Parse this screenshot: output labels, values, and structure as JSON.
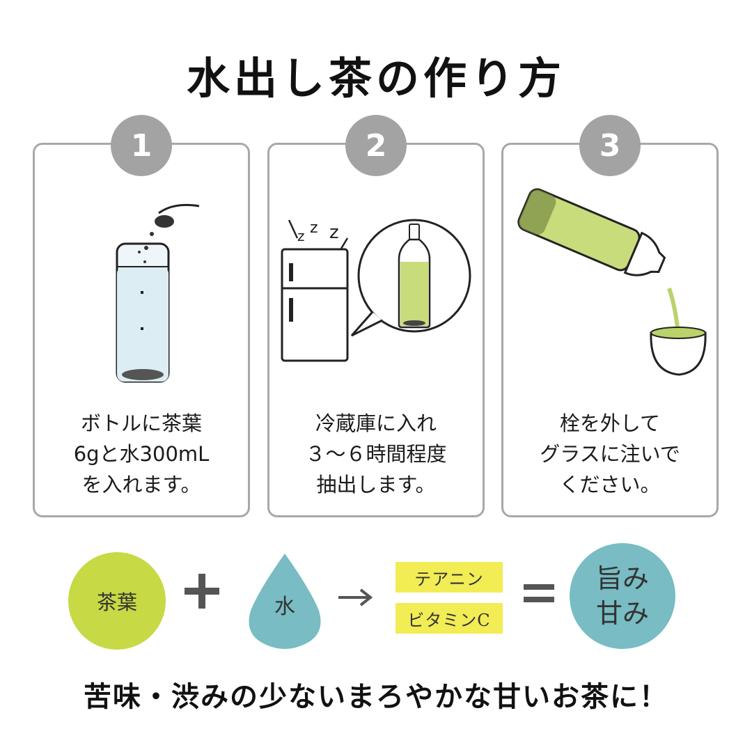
{
  "title": "水出し茶の作り方",
  "steps": [
    {
      "number": "1",
      "text": "ボトルに茶葉\n6gと水300mL\nを入れます。"
    },
    {
      "number": "2",
      "text": "冷蔵庫に入れ\n３～６時間程度\n抽出します。"
    },
    {
      "number": "3",
      "text": "栓を外して\nグラスに注いで\nください。"
    }
  ],
  "equation": {
    "tea_leaves": "茶葉",
    "water": "水",
    "component_1": "テアニン",
    "component_2": "ビタミンC",
    "result": "旨み\n甘み"
  },
  "footer": "苦味・渋みの少ないまろやかな甘いお茶に！",
  "colors": {
    "card_border": "#a8a8a8",
    "number_badge": "#a3a3a3",
    "lime": "#c7d944",
    "teal": "#79bcc3",
    "yellow": "#f2ec55",
    "tea_green": "#b9d36a"
  }
}
